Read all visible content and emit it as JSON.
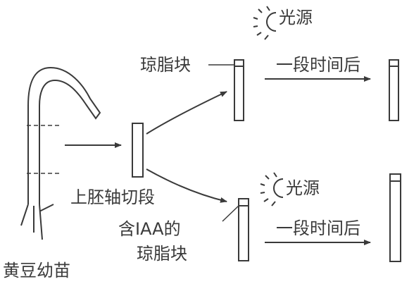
{
  "labels": {
    "light_source_top": "光源",
    "agar_block": "琼脂块",
    "after_time_top": "一段时间后",
    "light_source_bottom": "光源",
    "epicotyl_segment": "上胚轴切段",
    "iaa_agar_line1": "含IAA的",
    "iaa_agar_line2": "琼脂块",
    "after_time_bottom": "一段时间后",
    "seedling": "黄豆幼苗"
  },
  "colors": {
    "ink": "#3a3a3a",
    "background": "#ffffff"
  },
  "icons": [
    "sun-icon",
    "sun-icon"
  ]
}
